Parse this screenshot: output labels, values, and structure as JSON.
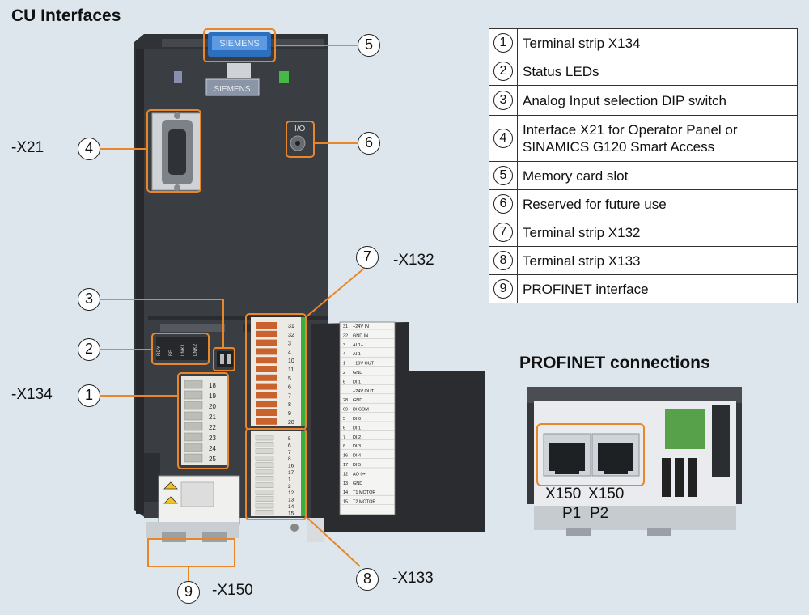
{
  "cu_title": "CU Interfaces",
  "profinet_title": "PROFINET connections",
  "legend": [
    {
      "num": "1",
      "text": "Terminal strip X134"
    },
    {
      "num": "2",
      "text": "Status LEDs"
    },
    {
      "num": "3",
      "text": "Analog Input selection DIP switch"
    },
    {
      "num": "4",
      "text": "Interface X21 for Operator Panel or SINAMICS G120 Smart Access"
    },
    {
      "num": "5",
      "text": "Memory card slot"
    },
    {
      "num": "6",
      "text": "Reserved for future use"
    },
    {
      "num": "7",
      "text": "Terminal strip X132"
    },
    {
      "num": "8",
      "text": "Terminal strip X133"
    },
    {
      "num": "9",
      "text": "PROFINET interface"
    }
  ],
  "callouts": [
    "1",
    "2",
    "3",
    "4",
    "5",
    "6",
    "7",
    "8",
    "9"
  ],
  "interface_labels": {
    "x21": "-X21",
    "x134": "-X134",
    "x132": "-X132",
    "x133": "-X133",
    "x150": "-X150"
  },
  "profinet_ports": {
    "p1_top": "X150",
    "p1_bottom": "P1",
    "p2_top": "X150",
    "p2_bottom": "P2"
  },
  "device": {
    "brand": "SIEMENS",
    "io_label": "I/O",
    "led_labels": [
      "RDY",
      "BF",
      "LNK1",
      "LNK2"
    ],
    "x134_terminals": [
      "18",
      "19",
      "20",
      "21",
      "22",
      "23",
      "24",
      "25"
    ],
    "x132_terminals": [
      "31",
      "32",
      "3",
      "4",
      "10",
      "11",
      "5",
      "6",
      "7",
      "8",
      "9",
      "28"
    ],
    "x133_terminals": [
      "5",
      "6",
      "7",
      "8",
      "16",
      "17",
      "1",
      "2",
      "12",
      "13",
      "14",
      "15"
    ],
    "terminal_card_rows": [
      [
        "31",
        "+24V IN"
      ],
      [
        "32",
        "GND IN"
      ],
      [
        "3",
        "AI 1+"
      ],
      [
        "4",
        "AI 1-"
      ],
      [
        "1",
        "+10V OUT"
      ],
      [
        "2",
        "GND"
      ],
      [
        "6",
        "DI 1"
      ],
      [
        "",
        "+24V OUT"
      ],
      [
        "28",
        "GND"
      ],
      [
        "69",
        "DI COM"
      ],
      [
        "5",
        "DI 0"
      ],
      [
        "6",
        "DI 1"
      ],
      [
        "7",
        "DI 2"
      ],
      [
        "8",
        "DI 3"
      ],
      [
        "16",
        "DI 4"
      ],
      [
        "17",
        "DI 5"
      ],
      [
        "12",
        "AO 0+"
      ],
      [
        "13",
        "GND"
      ],
      [
        "14",
        "T1 MOTOR"
      ],
      [
        "15",
        "T2 MOTOR"
      ]
    ]
  },
  "colors": {
    "accent": "#e8872a",
    "device_body": "#3a3d42",
    "terminal_orange": "#c9622c",
    "green": "#3cae3c"
  }
}
